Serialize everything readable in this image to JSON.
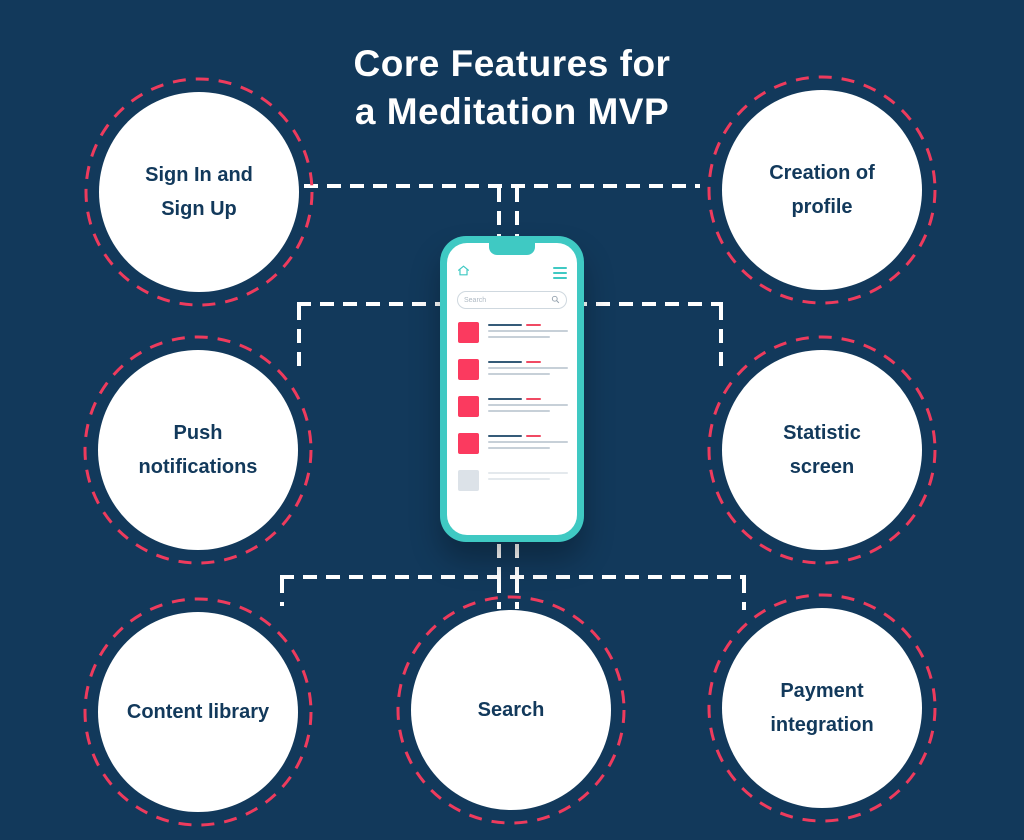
{
  "title": {
    "lines": [
      "Core Features for",
      "a Meditation MVP"
    ]
  },
  "features": [
    {
      "label": "Sign In and Sign Up",
      "lines": [
        "Sign In and",
        "Sign Up"
      ]
    },
    {
      "label": "Creation of profile",
      "lines": [
        "Creation of",
        "profile"
      ]
    },
    {
      "label": "Push notifications",
      "lines": [
        "Push",
        "notifications"
      ]
    },
    {
      "label": "Statistic screen",
      "lines": [
        "Statistic",
        "screen"
      ]
    },
    {
      "label": "Content library",
      "lines": [
        "Content library"
      ]
    },
    {
      "label": "Search",
      "lines": [
        "Search"
      ]
    },
    {
      "label": "Payment integration",
      "lines": [
        "Payment",
        "integration"
      ]
    }
  ],
  "phone": {
    "search_placeholder": "Search"
  },
  "icons": {
    "home": "home-icon",
    "menu": "hamburger-menu-icon",
    "search": "magnifier-icon"
  },
  "colors": {
    "background": "#12395B",
    "title_text": "#FFFFFF",
    "ring_dashed": "#EE3B5D",
    "circle_fill": "#FFFFFF",
    "feature_text": "#12395B",
    "connector": "#FFFFFF",
    "phone_frame": "#3FC9C3",
    "list_accent": "#FB3A5F"
  }
}
